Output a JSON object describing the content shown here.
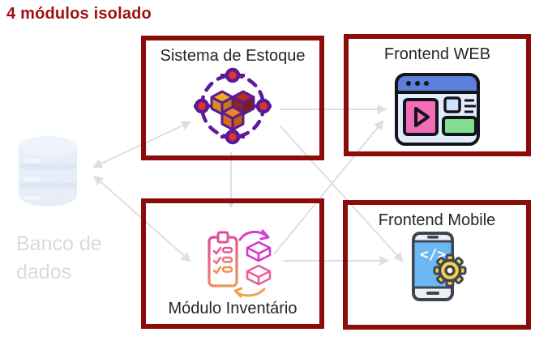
{
  "title": "4 módulos isolado",
  "colors": {
    "accent_red_border": "#8c0b0b",
    "title_red": "#9c1111",
    "arrow_gray": "#dcdfe2",
    "box_label_text": "#25262b",
    "faded_label_gray": "#d8dbde"
  },
  "database": {
    "label": "Banco de dados",
    "icon": "database-icon"
  },
  "modules": [
    {
      "id": "sistema-estoque",
      "label": "Sistema de Estoque",
      "icon": "packages-orbit-icon",
      "label_position": "top"
    },
    {
      "id": "frontend-web",
      "label": "Frontend WEB",
      "icon": "browser-icon",
      "label_position": "top"
    },
    {
      "id": "modulo-inventario",
      "label": "Módulo Inventário",
      "icon": "inventory-clipboard-icon",
      "label_position": "bottom"
    },
    {
      "id": "frontend-mobile",
      "label": "Frontend Mobile",
      "icon": "mobile-code-gear-icon",
      "label_position": "top"
    }
  ],
  "icons": {
    "mobile_code_glyph": "</>"
  },
  "edges": [
    {
      "from": "banco-de-dados",
      "to": "sistema-estoque",
      "bidirectional": true
    },
    {
      "from": "banco-de-dados",
      "to": "modulo-inventario",
      "bidirectional": true
    },
    {
      "from": "sistema-estoque",
      "to": "modulo-inventario",
      "bidirectional": false
    },
    {
      "from": "sistema-estoque",
      "to": "frontend-web",
      "bidirectional": false
    },
    {
      "from": "sistema-estoque",
      "to": "frontend-mobile",
      "bidirectional": false
    },
    {
      "from": "modulo-inventario",
      "to": "frontend-web",
      "bidirectional": false
    },
    {
      "from": "modulo-inventario",
      "to": "frontend-mobile",
      "bidirectional": false
    }
  ]
}
